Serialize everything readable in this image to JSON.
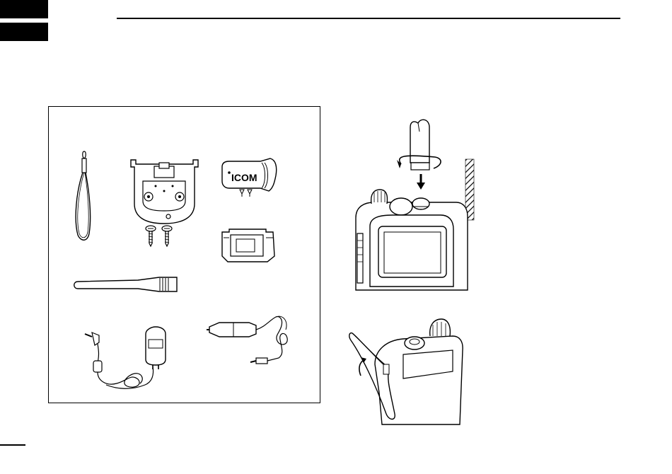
{
  "accessories": {
    "belt_clip_logo": "ICOM"
  },
  "icons": {
    "hand_strap": "hand-strap-icon",
    "belt_clip_base": "belt-clip-base-icon",
    "screws": "screws-icon",
    "belt_clip": "belt-clip-icon",
    "battery_case": "battery-case-icon",
    "antenna": "flexible-antenna-icon",
    "ac_adapter": "ac-adapter-icon",
    "cigarette_cable": "cigarette-lighter-cable-icon",
    "antenna_attach": "antenna-attach-illustration",
    "strap_attach": "hand-strap-attach-illustration"
  }
}
